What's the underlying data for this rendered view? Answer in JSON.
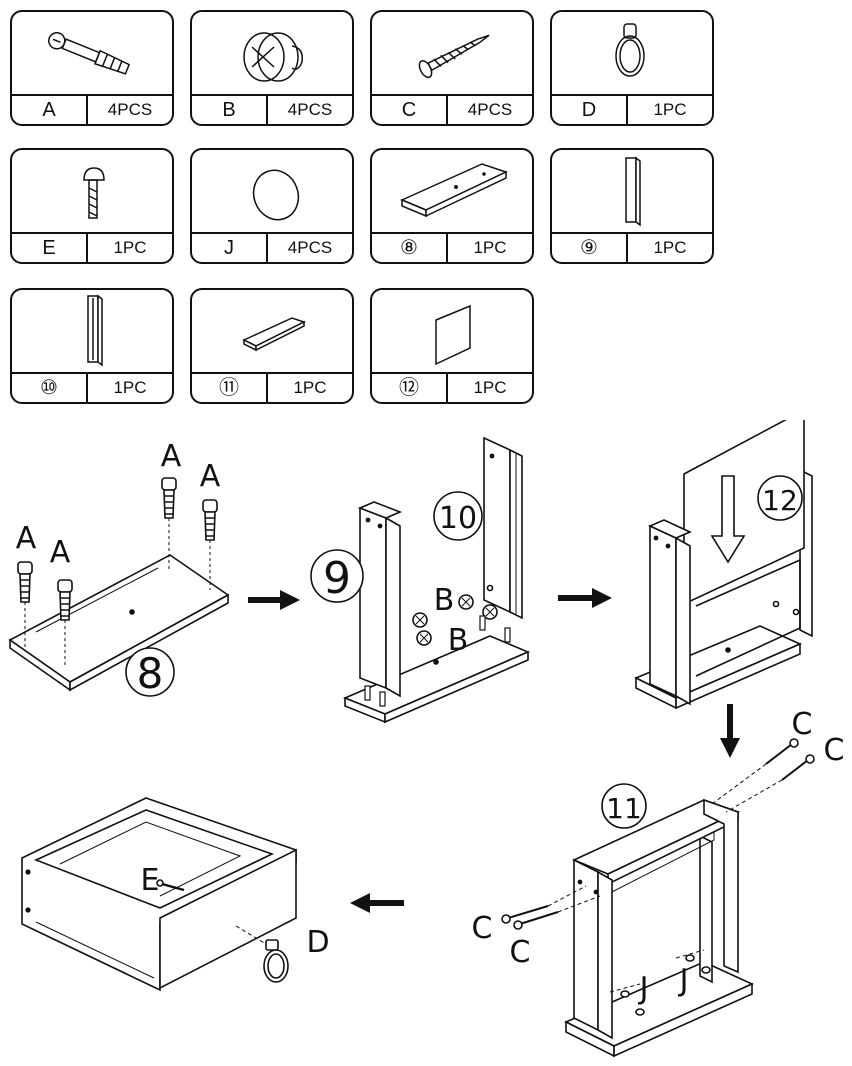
{
  "parts": [
    {
      "letter": "A",
      "qty": "4PCS",
      "icon": "cam-dowel-icon"
    },
    {
      "letter": "B",
      "qty": "4PCS",
      "icon": "cam-lock-icon"
    },
    {
      "letter": "C",
      "qty": "4PCS",
      "icon": "wood-screw-icon"
    },
    {
      "letter": "D",
      "qty": "1PC",
      "icon": "ring-pull-icon"
    },
    {
      "letter": "E",
      "qty": "1PC",
      "icon": "knob-screw-icon"
    },
    {
      "letter": "J",
      "qty": "4PCS",
      "icon": "felt-pad-icon"
    },
    {
      "letter": "⑧",
      "qty": "1PC",
      "icon": "bottom-board-icon"
    },
    {
      "letter": "⑨",
      "qty": "1PC",
      "icon": "side-panel-icon"
    },
    {
      "letter": "⑩",
      "qty": "1PC",
      "icon": "side-panel-grooved-icon"
    },
    {
      "letter": "⑪",
      "qty": "1PC",
      "icon": "top-board-icon"
    },
    {
      "letter": "⑫",
      "qty": "1PC",
      "icon": "back-panel-icon"
    }
  ],
  "steps": {
    "step1": {
      "board_number": "8",
      "callouts": [
        "A",
        "A",
        "A",
        "A"
      ]
    },
    "step2": {
      "left_panel_number": "9",
      "right_panel_number": "10",
      "callouts": [
        "B",
        "B"
      ]
    },
    "step3": {
      "panel_number": "12"
    },
    "step4": {
      "board_number": "11",
      "callouts": [
        "C",
        "C",
        "C",
        "C",
        "J",
        "J"
      ]
    },
    "step5": {
      "callouts": [
        "E",
        "D"
      ]
    }
  }
}
